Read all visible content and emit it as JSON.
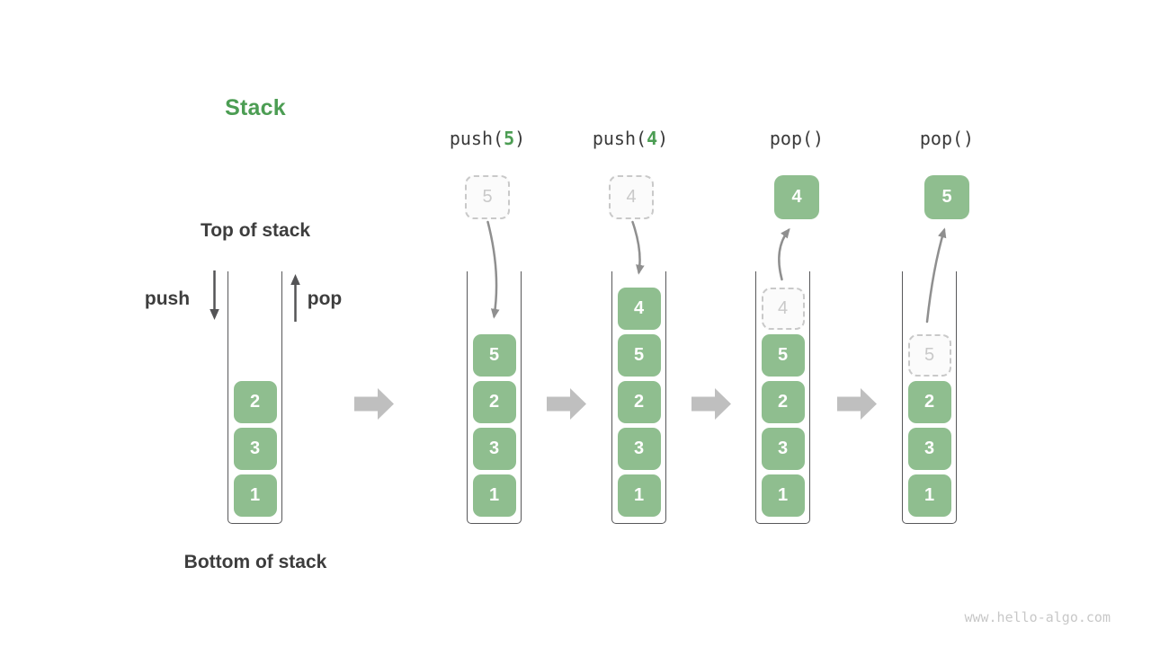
{
  "title": "Stack",
  "annotations": {
    "top_of_stack": "Top of stack",
    "bottom_of_stack": "Bottom of stack",
    "push_label": "push",
    "pop_label": "pop"
  },
  "operations": [
    {
      "prefix": "push(",
      "arg": "5",
      "suffix": ")"
    },
    {
      "prefix": "push(",
      "arg": "4",
      "suffix": ")"
    },
    {
      "prefix": "pop()",
      "arg": "",
      "suffix": ""
    },
    {
      "prefix": "pop()",
      "arg": "",
      "suffix": ""
    }
  ],
  "floating_boxes": [
    {
      "value": "5",
      "style": "ghost"
    },
    {
      "value": "4",
      "style": "ghost"
    },
    {
      "value": "4",
      "style": "solid"
    },
    {
      "value": "5",
      "style": "solid"
    }
  ],
  "stacks": [
    {
      "name": "initial",
      "blocks": [
        {
          "value": "2",
          "style": "solid"
        },
        {
          "value": "3",
          "style": "solid"
        },
        {
          "value": "1",
          "style": "solid"
        }
      ]
    },
    {
      "name": "after-push-5",
      "blocks": [
        {
          "value": "5",
          "style": "solid"
        },
        {
          "value": "2",
          "style": "solid"
        },
        {
          "value": "3",
          "style": "solid"
        },
        {
          "value": "1",
          "style": "solid"
        }
      ]
    },
    {
      "name": "after-push-4",
      "blocks": [
        {
          "value": "4",
          "style": "solid"
        },
        {
          "value": "5",
          "style": "solid"
        },
        {
          "value": "2",
          "style": "solid"
        },
        {
          "value": "3",
          "style": "solid"
        },
        {
          "value": "1",
          "style": "solid"
        }
      ]
    },
    {
      "name": "after-pop-4",
      "blocks": [
        {
          "value": "4",
          "style": "ghost"
        },
        {
          "value": "5",
          "style": "solid"
        },
        {
          "value": "2",
          "style": "solid"
        },
        {
          "value": "3",
          "style": "solid"
        },
        {
          "value": "1",
          "style": "solid"
        }
      ]
    },
    {
      "name": "after-pop-5",
      "blocks": [
        {
          "value": "5",
          "style": "ghost"
        },
        {
          "value": "2",
          "style": "solid"
        },
        {
          "value": "3",
          "style": "solid"
        },
        {
          "value": "1",
          "style": "solid"
        }
      ]
    }
  ],
  "watermark": "www.hello-algo.com",
  "colors": {
    "block_green": "#8FBE8F",
    "title_green": "#4C9D53",
    "text_dark": "#3D3D3D",
    "ghost_gray": "#C9C9C9",
    "curve_arrow_gray": "#8F8F8F",
    "stage_arrow_gray": "#BFBFBF",
    "wall_gray": "#58585A",
    "watermark_gray": "#C8C8C8"
  }
}
